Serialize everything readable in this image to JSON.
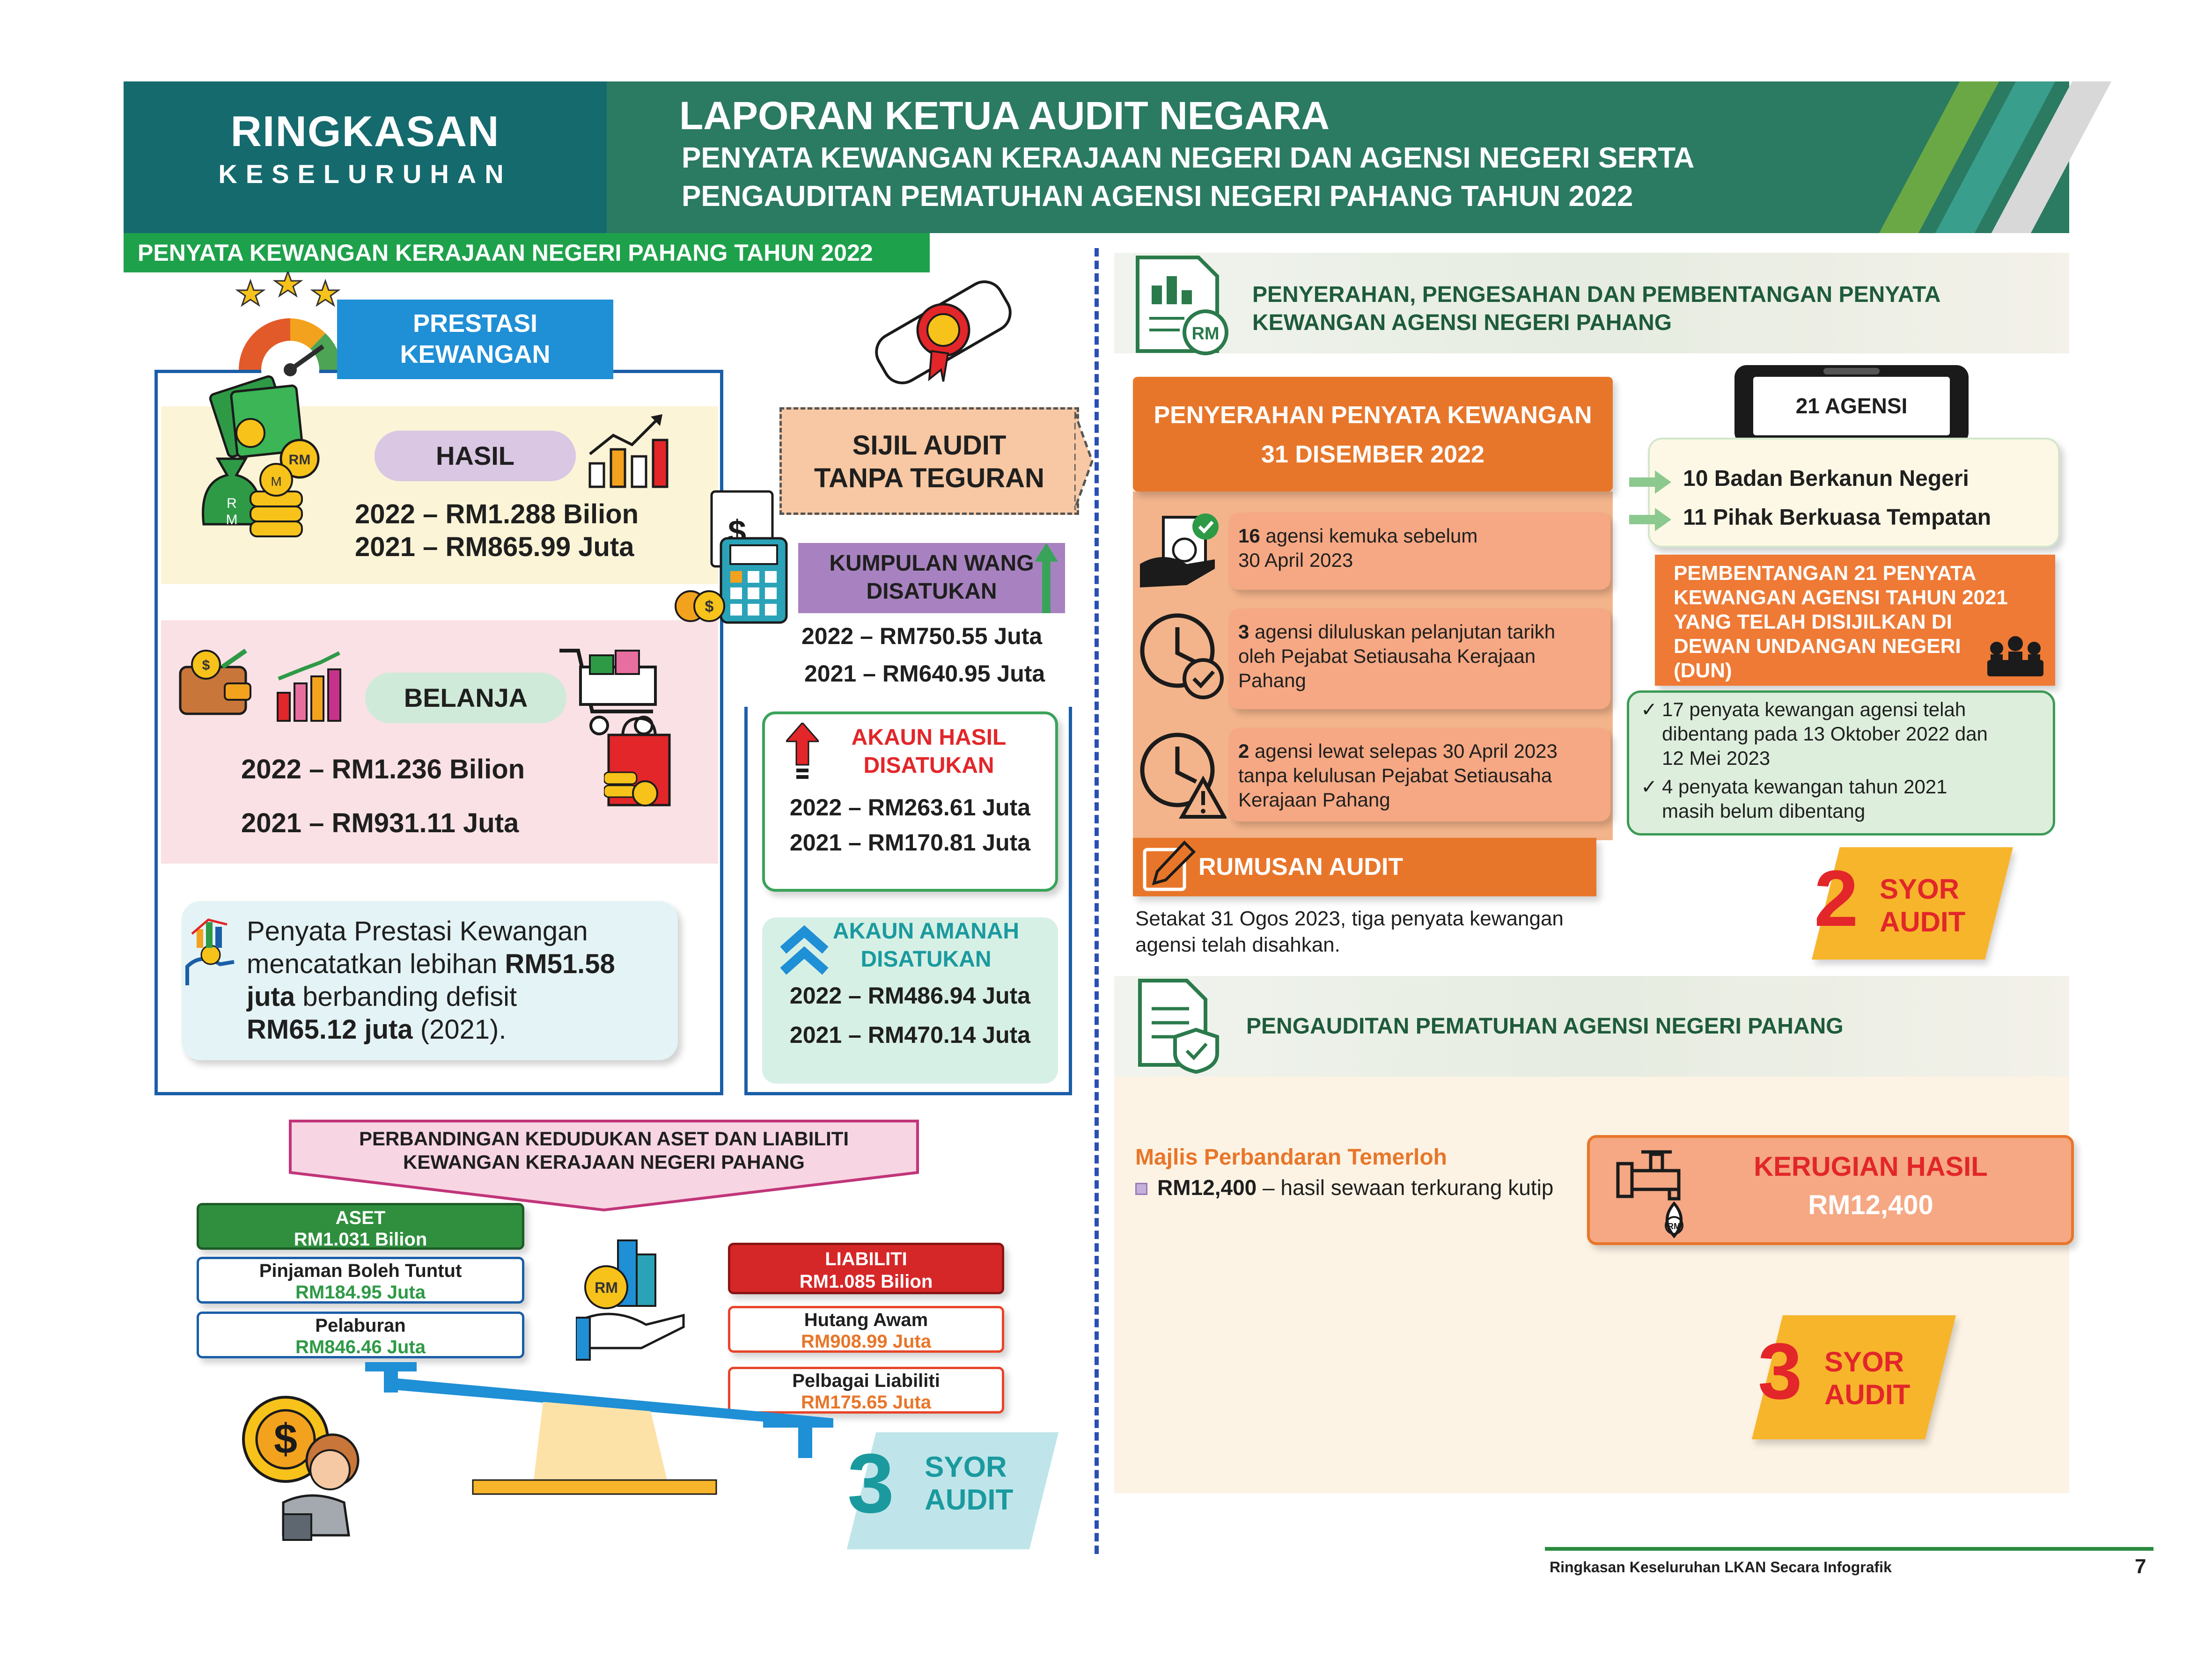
{
  "header": {
    "left_title": "RINGKASAN",
    "left_subtitle": "KESELURUHAN",
    "title": "LAPORAN KETUA AUDIT NEGARA",
    "subtitle_1": "PENYATA KEWANGAN KERAJAAN NEGERI DAN AGENSI NEGERI SERTA",
    "subtitle_2": "PENGAUDITAN PEMATUHAN AGENSI NEGERI PAHANG TAHUN 2022"
  },
  "left": {
    "section_tag": "PENYATA KEWANGAN KERAJAAN NEGERI PAHANG TAHUN 2022",
    "prestasi_1": "PRESTASI",
    "prestasi_2": "KEWANGAN",
    "hasil": {
      "label": "HASIL",
      "y2022": "2022 – RM1.288 Bilion",
      "y2021": "2021 – RM865.99 Juta"
    },
    "belanja": {
      "label": "BELANJA",
      "y2022": "2022 – RM1.236 Bilion",
      "y2021": "2021 – RM931.11 Juta"
    },
    "note": {
      "p1": "Penyata Prestasi Kewangan",
      "p2": "mencatatkan lebihan ",
      "p2b": "RM51.58",
      "p3b": "juta",
      "p3": " berbanding defisit",
      "p4b": "RM65.12 juta",
      "p4": " (2021)."
    }
  },
  "middle": {
    "sijil_1": "SIJIL AUDIT",
    "sijil_2": "TANPA TEGURAN",
    "kwd_1": "KUMPULAN WANG",
    "kwd_2": "DISATUKAN",
    "kwd_2022": "2022 – RM750.55 Juta",
    "kwd_2021": "2021 – RM640.95 Juta",
    "ahd_1": "AKAUN HASIL",
    "ahd_2": "DISATUKAN",
    "ahd_2022": "2022 – RM263.61 Juta",
    "ahd_2021": "2021 – RM170.81 Juta",
    "aad_1": "AKAUN AMANAH",
    "aad_2": "DISATUKAN",
    "aad_2022": "2022 – RM486.94 Juta",
    "aad_2021": "2021 – RM470.14 Juta"
  },
  "comparison": {
    "title_1": "PERBANDINGAN KEDUDUKAN ASET DAN LIABILITI",
    "title_2": "KEWANGAN KERAJAAN NEGERI PAHANG",
    "aset_label": "ASET",
    "aset_value": "RM1.031 Bilion",
    "pinjaman_label": "Pinjaman Boleh Tuntut",
    "pinjaman_value": "RM184.95 Juta",
    "pelaburan_label": "Pelaburan",
    "pelaburan_value": "RM846.46 Juta",
    "liab_label": "LIABILITI",
    "liab_value": "RM1.085 Bilion",
    "hutang_label": "Hutang Awam",
    "hutang_value": "RM908.99 Juta",
    "pelbagai_label": "Pelbagai Liabiliti",
    "pelbagai_value": "RM175.65 Juta",
    "syor_num": "3",
    "syor_1": "SYOR",
    "syor_2": "AUDIT"
  },
  "right_top": {
    "hdr_1": "PENYERAHAN, PENGESAHAN DAN PEMBENTANGAN PENYATA",
    "hdr_2": "KEWANGAN AGENSI NEGERI PAHANG",
    "pen_1": "PENYERAHAN PENYATA KEWANGAN",
    "pen_2": "31 DISEMBER 2022",
    "c1_b": "16",
    "c1_t": " agensi kemuka sebelum",
    "c1_t2": "30 April 2023",
    "c2_b": "3",
    "c2_t": " agensi diluluskan pelanjutan tarikh",
    "c2_t2": "oleh Pejabat Setiausaha Kerajaan",
    "c2_t3": "Pahang",
    "c3_b": "2",
    "c3_t": " agensi lewat selepas 30 April 2023",
    "c3_t2": "tanpa kelulusan Pejabat Setiausaha",
    "c3_t3": "Kerajaan Pahang",
    "rumusan": "RUMUSAN AUDIT",
    "rumusan_t1": "Setakat 31 Ogos 2023, tiga penyata kewangan",
    "rumusan_t2": "agensi telah disahkan.",
    "agensi": "21 AGENSI",
    "badan": "10 Badan Berkanun Negeri",
    "pbt": "11 Pihak Berkuasa Tempatan",
    "pemb_1": "PEMBENTANGAN 21 PENYATA",
    "pemb_2": "KEWANGAN AGENSI TAHUN 2021",
    "pemb_3": "YANG TELAH DISIJILKAN DI",
    "pemb_4": "DEWAN UNDANGAN NEGERI",
    "pemb_5": "(DUN)",
    "s1_1": "17 penyata kewangan agensi telah",
    "s1_2": "dibentang pada 13 Oktober 2022 dan",
    "s1_3": "12 Mei 2023",
    "s2_1": "4 penyata kewangan tahun 2021",
    "s2_2": "masih belum dibentang",
    "syor_num": "2",
    "syor_1": "SYOR",
    "syor_2": "AUDIT"
  },
  "right_bottom": {
    "hdr": "PENGAUDITAN PEMATUHAN AGENSI NEGERI PAHANG",
    "org": "Majlis Perbandaran Temerloh",
    "item_b": "RM12,400",
    "item_t": " – hasil sewaan terkurang kutip",
    "kerugian_1": "KERUGIAN HASIL",
    "kerugian_2": "RM12,400",
    "syor_num": "3",
    "syor_1": "SYOR",
    "syor_2": "AUDIT"
  },
  "footer": {
    "text": "Ringkasan Keseluruhan LKAN Secara Infografik",
    "page": "7"
  },
  "colors": {
    "teal": "#156a6e",
    "green_header": "#2b7a62",
    "section_green": "#1ea14b",
    "blue_frame": "#1b5ea8",
    "orange": "#e8762a",
    "syor_yellow": "#f7b52b",
    "syor_red": "#e2262a",
    "red_text": "#e2262a",
    "teal_text": "#1a9a9f"
  },
  "icons": [
    "speedometer-stars-icon",
    "money-bag-icon",
    "growth-chart-icon",
    "wallet-icon",
    "bar-chart-icon",
    "shopping-cart-icon",
    "shopping-bag-icon",
    "scroll-certificate-icon",
    "calculator-icon",
    "arrow-up-icon",
    "double-chevron-up-icon",
    "hand-holding-money-icon",
    "businessman-coin-icon",
    "document-chart-icon",
    "hand-rm-icon",
    "clock-check-icon",
    "clock-warning-icon",
    "pencil-icon",
    "phone-icon",
    "arrow-right-icon",
    "audience-icon",
    "document-shield-icon",
    "water-tap-icon"
  ]
}
